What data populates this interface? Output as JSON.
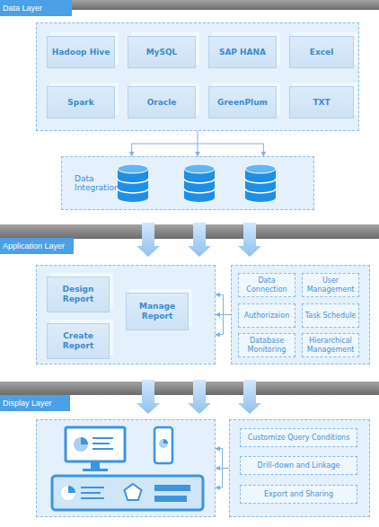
{
  "diagram": {
    "nodes": [
      {
        "text": [
          "Data Layer"
        ]
      },
      {
        "text": []
      },
      {
        "text": [
          "Hadoop Hive"
        ],
        "in": 1
      },
      {
        "text": [
          "MySQL"
        ],
        "in": 1
      },
      {
        "text": [
          "SAP HANA"
        ],
        "in": 1
      },
      {
        "text": [
          "Excel"
        ],
        "in": 1
      },
      {
        "text": [
          "Spark"
        ],
        "in": 1
      },
      {
        "text": [
          "Oracle"
        ],
        "in": 1
      },
      {
        "text": [
          "GreenPlum"
        ],
        "in": 1
      },
      {
        "text": [
          "TXT"
        ],
        "in": 1
      },
      {
        "text": [
          "Data Integration"
        ]
      },
      {
        "text": [
          "Application Layer"
        ]
      },
      {
        "text": []
      },
      {
        "text": [
          "Design Report"
        ],
        "in": 12
      },
      {
        "text": [
          "Manage Report"
        ],
        "in": 12
      },
      {
        "text": [
          "Create Report"
        ],
        "in": 12
      },
      {
        "text": []
      },
      {
        "text": [
          "Data Connection"
        ],
        "in": 16
      },
      {
        "text": [
          "User Management"
        ],
        "in": 16
      },
      {
        "text": [
          "Authorizaion"
        ],
        "in": 16
      },
      {
        "text": [
          "Task Schedule"
        ],
        "in": 16
      },
      {
        "text": [
          "Database Monitoring"
        ],
        "in": 16
      },
      {
        "text": [
          "Hierarchical Management"
        ],
        "in": 16
      },
      {
        "text": [
          "Display Layer"
        ]
      },
      {
        "text": []
      },
      {
        "text": []
      },
      {
        "text": [
          "Customize Query Conditions"
        ],
        "in": 25
      },
      {
        "text": [
          "Drill-down and Linkage"
        ],
        "in": 25
      },
      {
        "text": [
          "Export and Sharing"
        ],
        "in": 25
      }
    ],
    "edges": [
      {
        "from": 1,
        "to": 10,
        "arrow": "to"
      },
      {
        "from": 16,
        "to": 12,
        "arrow": "to"
      },
      {
        "from": 25,
        "to": 24,
        "arrow": "to"
      }
    ]
  }
}
